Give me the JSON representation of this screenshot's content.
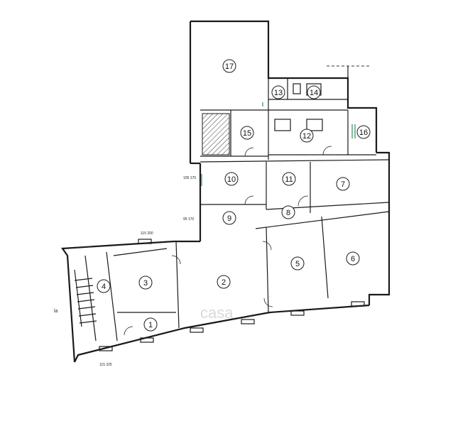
{
  "rooms": [
    {
      "id": "r17",
      "label": "17"
    },
    {
      "id": "r13",
      "label": "13"
    },
    {
      "id": "r14",
      "label": "14"
    },
    {
      "id": "r15",
      "label": "15"
    },
    {
      "id": "r12",
      "label": "12"
    },
    {
      "id": "r16",
      "label": "16"
    },
    {
      "id": "r10",
      "label": "10"
    },
    {
      "id": "r11",
      "label": "11"
    },
    {
      "id": "r7",
      "label": "7"
    },
    {
      "id": "r9",
      "label": "9"
    },
    {
      "id": "r8",
      "label": "8"
    },
    {
      "id": "r3",
      "label": "3"
    },
    {
      "id": "r4",
      "label": "4"
    },
    {
      "id": "r2",
      "label": "2"
    },
    {
      "id": "r5",
      "label": "5"
    },
    {
      "id": "r6",
      "label": "6"
    },
    {
      "id": "r1",
      "label": "1"
    }
  ],
  "dimensions": {
    "d10": "105\n170",
    "d9": "95\n170",
    "d_top3": "115\n200",
    "d_bottom": "115\n225"
  },
  "watermark": "casa",
  "edge_label": "la",
  "colors": {
    "wall": "#1a1a1a",
    "door_green": "#2e8b57",
    "hatch": "#333333"
  }
}
